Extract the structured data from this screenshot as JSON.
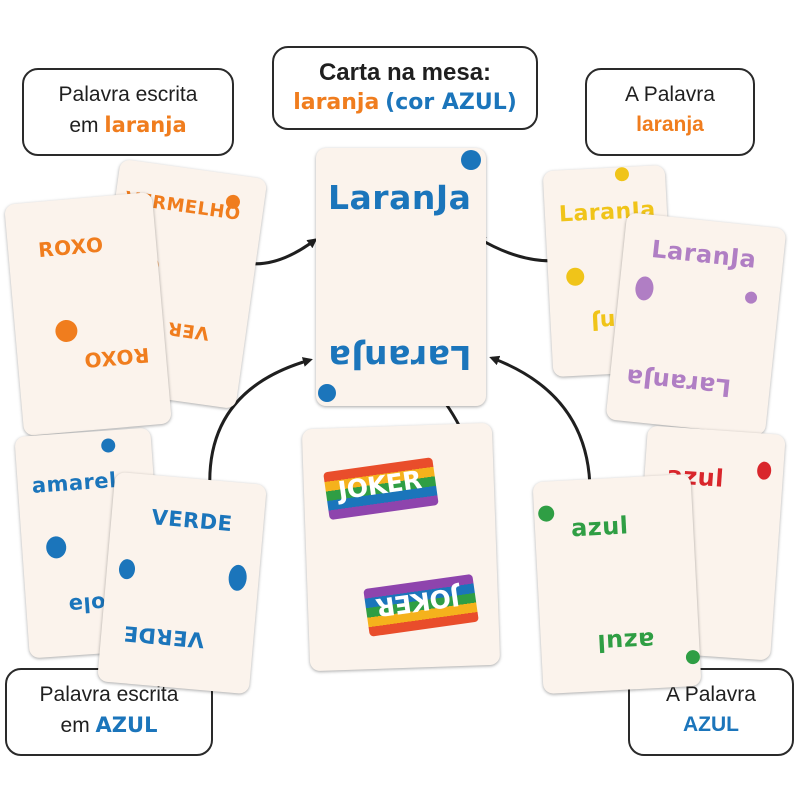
{
  "colors": {
    "orange": "#f07d1e",
    "blue": "#1b75bb",
    "yellow": "#f0c419",
    "purple": "#b07ec4",
    "green": "#2f9e44",
    "red": "#d9262c"
  },
  "center_label": {
    "line1": "Carta na mesa:",
    "word": "laranja",
    "paren": "(cor AZUL)"
  },
  "top_left_label": {
    "line1": "Palavra escrita",
    "prefix": "em",
    "word": "laranja"
  },
  "top_right_label": {
    "line1": "A Palavra",
    "word": "laranja"
  },
  "bottom_left_label": {
    "line1": "Palavra escrita",
    "prefix": "em",
    "word": "AZUL"
  },
  "bottom_right_label": {
    "line1": "A Palavra",
    "word": "AZUL"
  },
  "cards": {
    "center": {
      "word": "LaranJa"
    },
    "left_back": {
      "word": "VERMELHO",
      "bottom": "VER"
    },
    "left_front": {
      "word": "ROXO"
    },
    "right_back": {
      "word": "LaranJa",
      "bottom": "aranJ"
    },
    "right_front": {
      "word": "LaranJa"
    },
    "bl_back": {
      "word": "amarelo",
      "bottom": "olə"
    },
    "bl_front": {
      "word": "VERDE"
    },
    "joker": {
      "word": "JOKER"
    },
    "br_back": {
      "word": "azul",
      "bottom": "a"
    },
    "br_front": {
      "word": "azul"
    }
  }
}
